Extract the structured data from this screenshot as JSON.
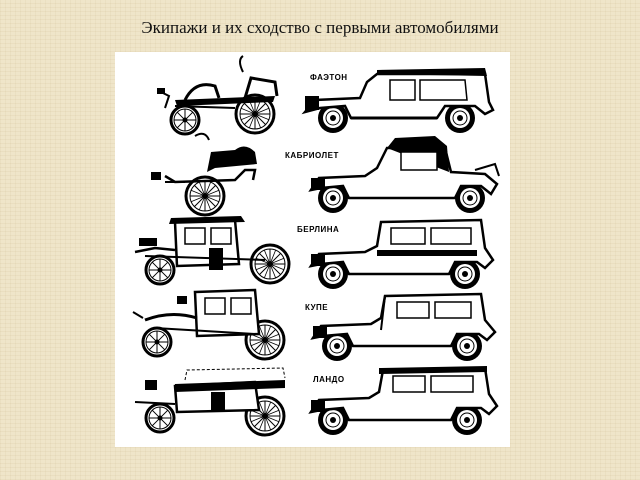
{
  "title": "Экипажи и их сходство с первыми автомобилями",
  "rows": [
    {
      "label": "ФАЭТОН",
      "carriage": "phaeton-carriage",
      "car": "phaeton-car"
    },
    {
      "label": "КАБРИОЛЕТ",
      "carriage": "cabriolet-carriage",
      "car": "cabriolet-car"
    },
    {
      "label": "БЕРЛИНА",
      "carriage": "berlina-carriage",
      "car": "berlina-car"
    },
    {
      "label": "КУПЕ",
      "carriage": "coupe-carriage",
      "car": "coupe-car"
    },
    {
      "label": "ЛАНДО",
      "carriage": "landau-carriage",
      "car": "landau-car"
    }
  ],
  "colors": {
    "background": "#efe5c9",
    "panel": "#ffffff",
    "ink": "#000000"
  }
}
